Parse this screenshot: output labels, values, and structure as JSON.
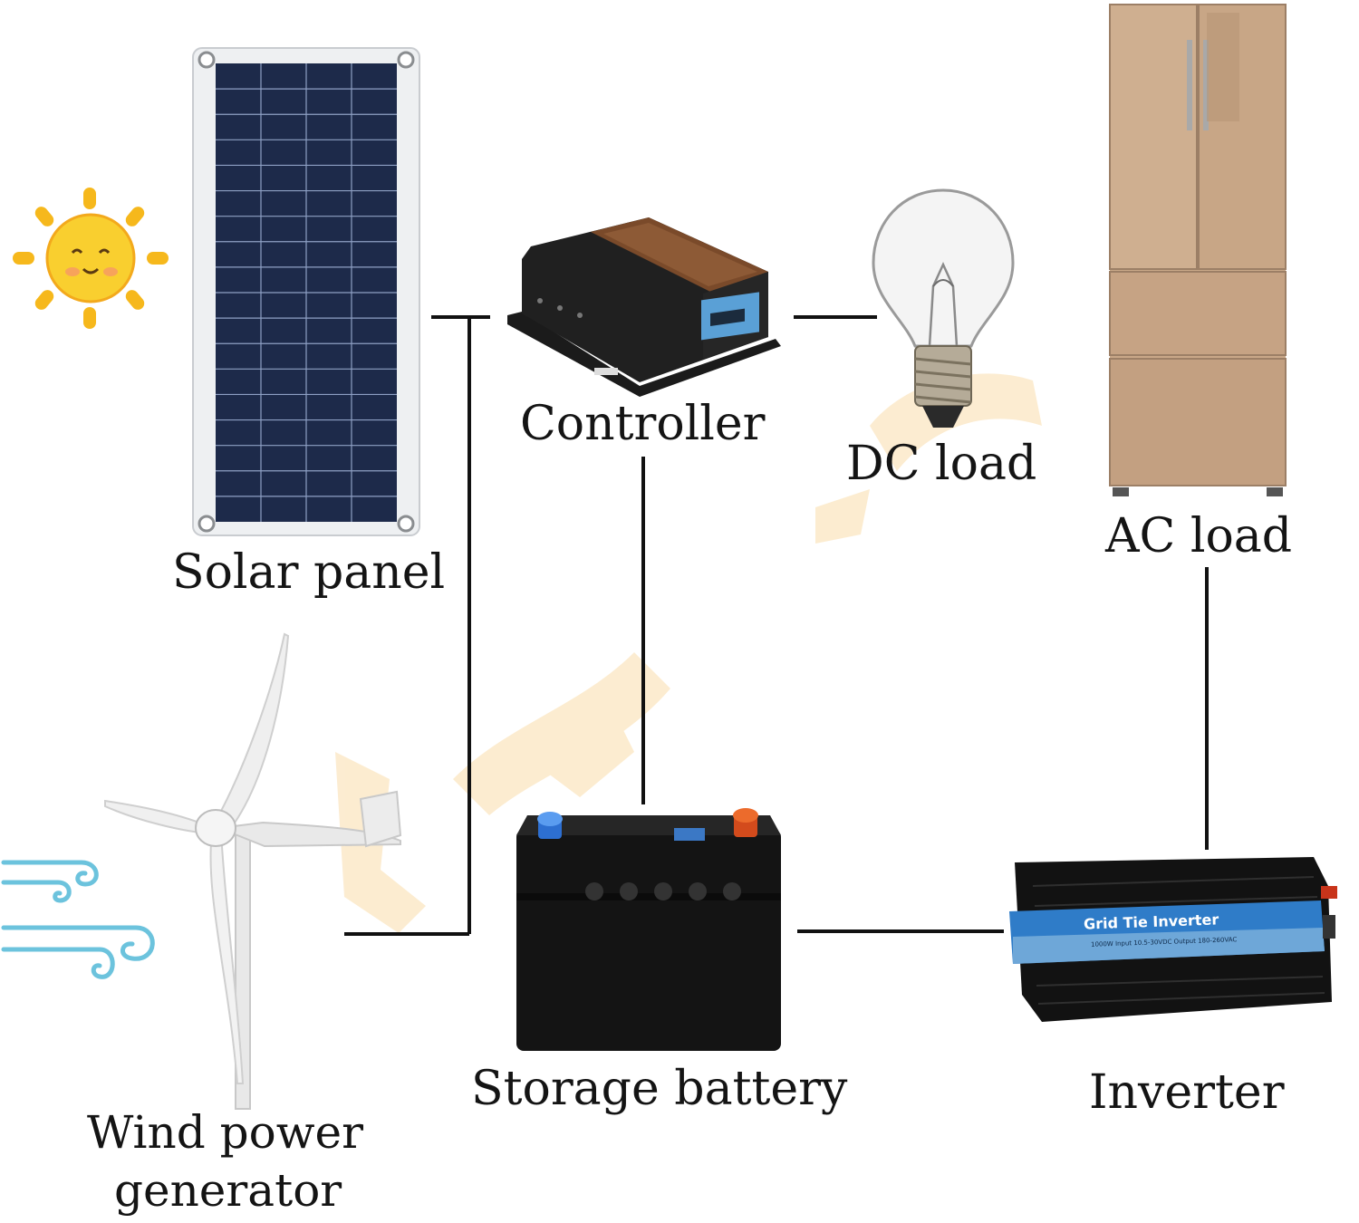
{
  "labels": {
    "solar_panel": "Solar panel",
    "controller": "Controller",
    "dc_load": "DC load",
    "ac_load": "AC load",
    "storage_battery": "Storage battery",
    "inverter": "Inverter",
    "wind_line1": "Wind power",
    "wind_line2": "generator"
  },
  "inverter_face": {
    "title": "Grid Tie Inverter",
    "specs": "1000W  Input 10.5-30VDC  Output 180-260VAC"
  },
  "icons": [
    "sun-icon",
    "solar-panel-icon",
    "controller-icon",
    "light-bulb-icon",
    "refrigerator-icon",
    "wind-turbine-icon",
    "wind-gust-icon",
    "battery-icon",
    "inverter-icon"
  ],
  "colors": {
    "line": "#111111",
    "sun": "#f6b81c",
    "watermark": "#f7c97a",
    "wind_gust": "#6cc3dd"
  }
}
